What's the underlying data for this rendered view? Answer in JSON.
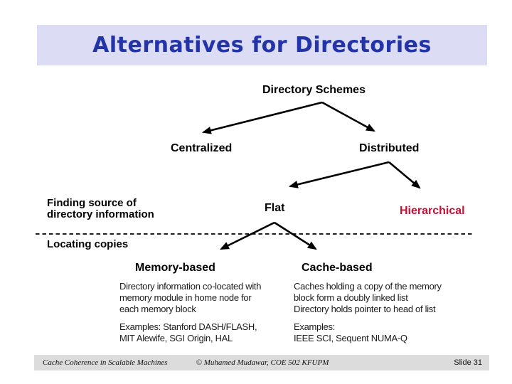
{
  "title": "Alternatives for Directories",
  "colors": {
    "title_text": "#2333a8",
    "title_band_bg": "#dcdcf5",
    "hierarchical_text": "#c41236",
    "footer_bg": "#dcdcdc",
    "arrow": "#000000"
  },
  "diagram": {
    "root_label": "Directory Schemes",
    "centralized_label": "Centralized",
    "distributed_label": "Distributed",
    "flat_label": "Flat",
    "hierarchical_label": "Hierarchical",
    "memory_based_label": "Memory-based",
    "cache_based_label": "Cache-based"
  },
  "row_labels": {
    "finding_lines": [
      "Finding source of",
      "directory information"
    ],
    "locating": "Locating copies"
  },
  "memory_based": {
    "description_lines": [
      "Directory information co-located with",
      "memory module in home node for",
      "each memory block"
    ],
    "examples_lines": [
      "Examples: Stanford DASH/FLASH,",
      "MIT Alewife, SGI Origin, HAL"
    ]
  },
  "cache_based": {
    "description_lines": [
      "Caches holding a copy of the memory",
      "block form a doubly linked list",
      "Directory holds pointer to head of list"
    ],
    "examples_lines": [
      "Examples:",
      "IEEE SCI, Sequent NUMA-Q"
    ]
  },
  "footer": {
    "course": "Cache Coherence in Scalable Machines",
    "author": "© Muhamed Mudawar, COE 502 KFUPM",
    "slide": "Slide 31"
  }
}
